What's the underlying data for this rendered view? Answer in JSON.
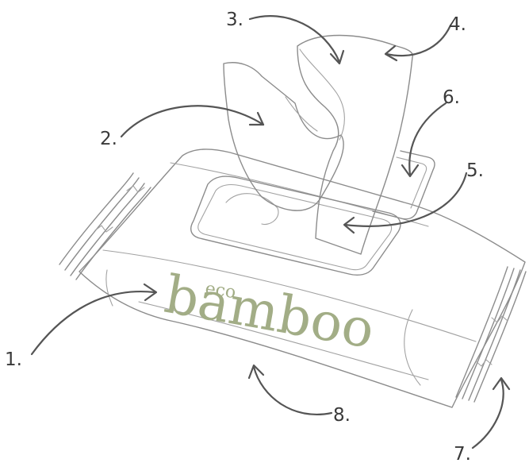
{
  "callouts": [
    {
      "id": "1",
      "label": "1."
    },
    {
      "id": "2",
      "label": "2."
    },
    {
      "id": "3",
      "label": "3."
    },
    {
      "id": "4",
      "label": "4."
    },
    {
      "id": "5",
      "label": "5."
    },
    {
      "id": "6",
      "label": "6."
    },
    {
      "id": "7",
      "label": "7."
    },
    {
      "id": "8",
      "label": "8."
    }
  ],
  "brand": {
    "prefix": "eco",
    "name": "bamboo"
  },
  "colors": {
    "outline": "#8c8c8c",
    "arrow": "#555555",
    "brand_text": "#a2ad86",
    "label_text": "#3a3a3a"
  }
}
